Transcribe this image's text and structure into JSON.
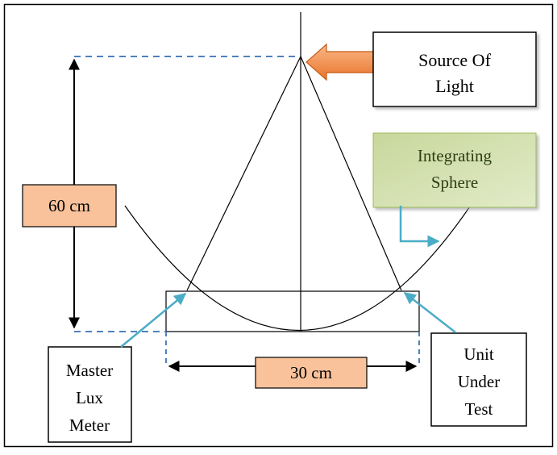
{
  "diagram": {
    "source_label_line1": "Source Of",
    "source_label_line2": "Light",
    "sphere_label_line1": "Integrating",
    "sphere_label_line2": "Sphere",
    "height_label": "60 cm",
    "width_label": "30 cm",
    "master_label_line1": "Master",
    "master_label_line2": "Lux",
    "master_label_line3": "Meter",
    "unit_label_line1": "Unit",
    "unit_label_line2": "Under",
    "unit_label_line3": "Test"
  },
  "colors": {
    "dimension_box_fill": "#f9c29b",
    "arrow_orange": "#ed7d31",
    "dashed_blue": "#4f81bd",
    "pointer_cyan": "#4bacc6",
    "sphere_box_fill": "#d3dfb0",
    "sphere_text": "#2c3e14"
  }
}
